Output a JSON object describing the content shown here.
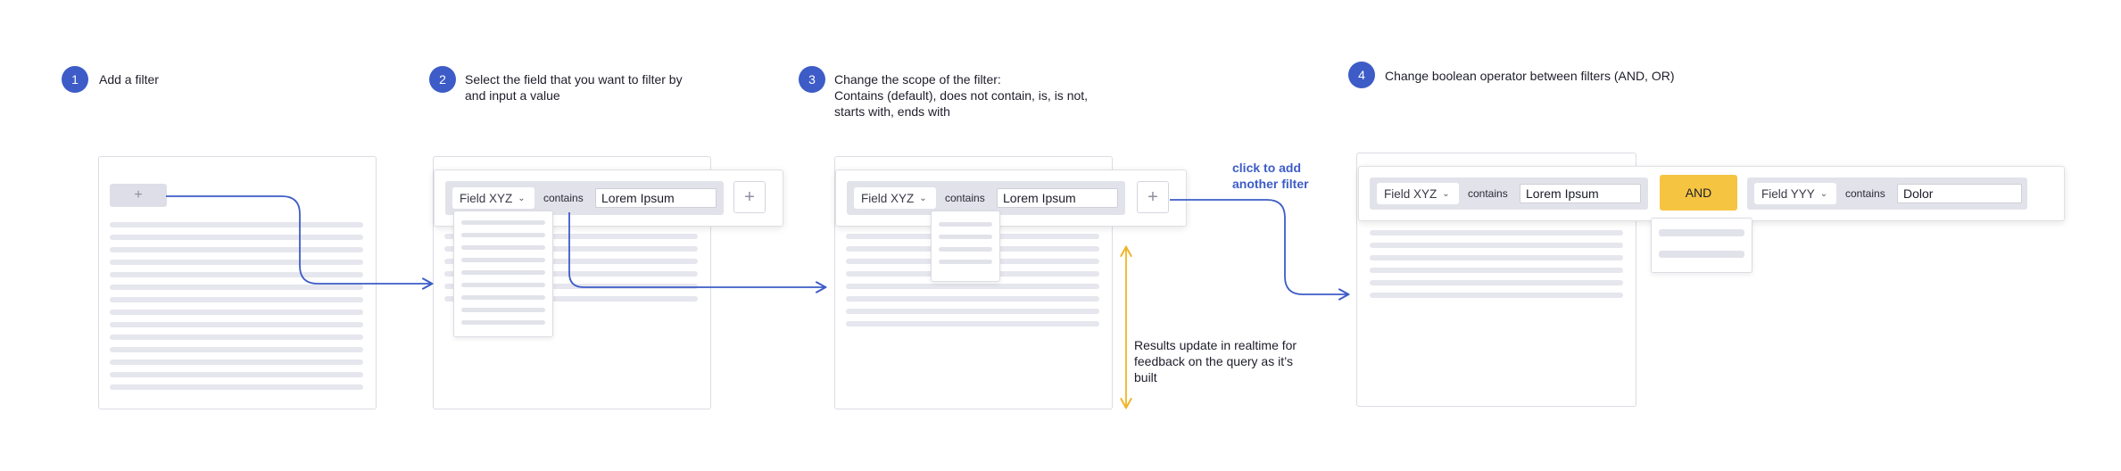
{
  "steps": [
    {
      "number": "1",
      "text": "Add a filter"
    },
    {
      "number": "2",
      "text_line1": "Select the field that you want to filter by",
      "text_line2": "and input a value"
    },
    {
      "number": "3",
      "text_line1": "Change the scope of the filter:",
      "text_line2": "Contains (default), does not contain, is, is not,",
      "text_line3": "starts with, ends with"
    },
    {
      "number": "4",
      "text": "Change boolean operator between filters (AND, OR)"
    }
  ],
  "filter": {
    "field_label": "Field XYZ",
    "operator_label": "contains",
    "value": "Lorem Ipsum"
  },
  "filter2": {
    "field_label": "Field YYY",
    "operator_label": "contains",
    "value": "Dolor"
  },
  "boolean_operator": "AND",
  "add_symbol": "+",
  "chevron_symbol": "⌄",
  "notes": {
    "add_another_line1": "click to add",
    "add_another_line2": "another filter",
    "realtime_line1": "Results update in realtime for",
    "realtime_line2": "feedback on the query as it’s",
    "realtime_line3": "built"
  },
  "colors": {
    "accent_blue": "#3d5cc7",
    "operator_yellow": "#f5c542",
    "arrow_yellow": "#f0b429"
  }
}
